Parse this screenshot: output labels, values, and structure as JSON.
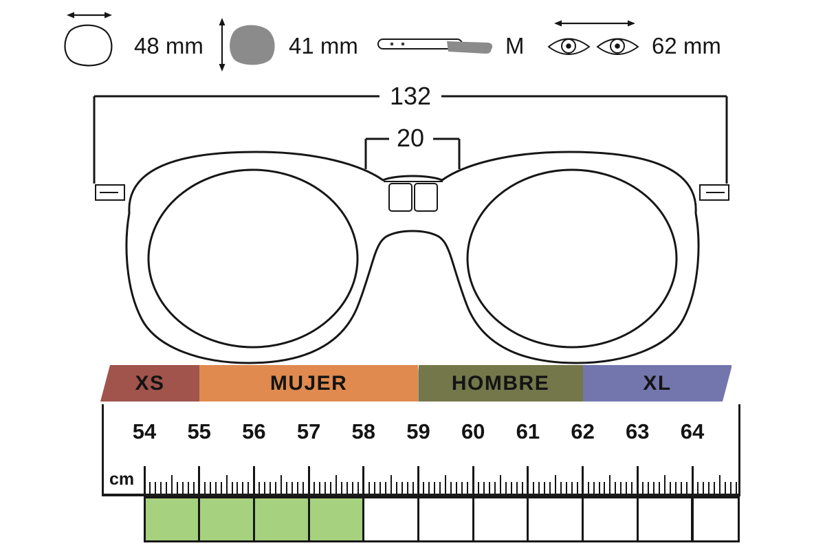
{
  "colors": {
    "ink": "#161616",
    "lens_gray": "#8b8b8b"
  },
  "icons": {
    "lens_width": "lens-outline-icon",
    "lens_height": "lens-filled-icon",
    "temple": "temple-side-icon",
    "pd": "eyes-icon"
  },
  "legend": {
    "lens_width_label": "48 mm",
    "lens_height_label": "41 mm",
    "temple_label": "M",
    "pd_label": "62 mm"
  },
  "diagram": {
    "frame_width_label": "132",
    "bridge_width_label": "20"
  },
  "size_chart": {
    "unit_label": "cm",
    "bands": [
      {
        "label": "XS",
        "color": "#a0544b",
        "from_cm": 53.2,
        "to_cm": 55
      },
      {
        "label": "MUJER",
        "color": "#e08a4f",
        "from_cm": 55,
        "to_cm": 59
      },
      {
        "label": "HOMBRE",
        "color": "#73774a",
        "from_cm": 59,
        "to_cm": 62
      },
      {
        "label": "XL",
        "color": "#7376ad",
        "from_cm": 62,
        "to_cm": 64.72
      }
    ],
    "ruler_values": [
      54,
      55,
      56,
      57,
      58,
      59,
      60,
      61,
      62,
      63,
      64
    ],
    "ruler_minor_step": 0.1,
    "ruler_end": 64.85,
    "highlight": {
      "from": 54,
      "to": 58,
      "color": "#a6d17e"
    },
    "cell_color_default": "#ffffff"
  }
}
